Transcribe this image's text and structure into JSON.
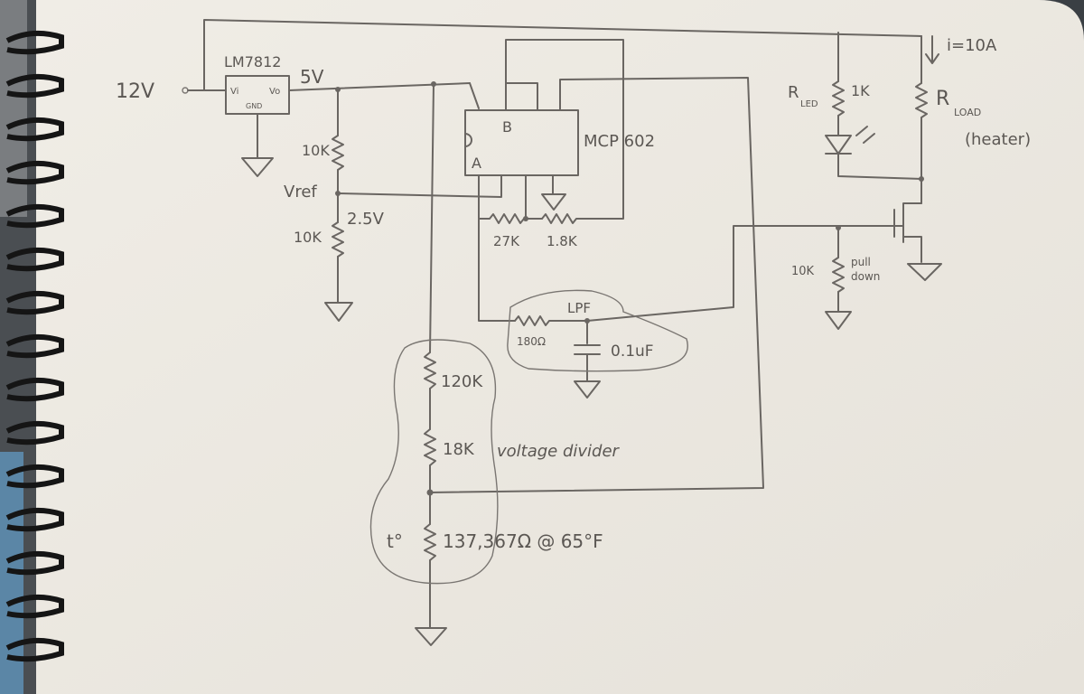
{
  "labels": {
    "input_voltage": "12V",
    "regulator_name": "LM7812",
    "regulator_vi": "Vi",
    "regulator_vo": "Vo",
    "regulator_gnd": "GND",
    "regulated_voltage": "5V",
    "vref": "Vref",
    "vref_value": "2.5V",
    "r_top_divider": "10K",
    "r_bottom_divider": "10K",
    "opamp": "MCP 602",
    "opamp_b": "B",
    "opamp_a": "A",
    "r27k": "27K",
    "r18k": "1.8K",
    "lpf": "LPF",
    "r180": "180Ω",
    "cap": "0.1uF",
    "r120k": "120K",
    "r18k_div": "18K",
    "voltage_divider": "voltage divider",
    "thermistor": "t°",
    "thermistor_value": "137,367Ω @ 65°F",
    "current": "i=10A",
    "r_led": "R",
    "r_led_sub": "LED",
    "r_led_value": "1K",
    "r_load": "R",
    "r_load_sub": "LOAD",
    "heater": "(heater)",
    "pulldown_value": "10K",
    "pulldown_text_1": "pull",
    "pulldown_text_2": "down"
  },
  "colors": {
    "paper": "#ebe8e1",
    "pencil": "#5b5753",
    "binding": "#151515",
    "background": "#3a3f44"
  }
}
